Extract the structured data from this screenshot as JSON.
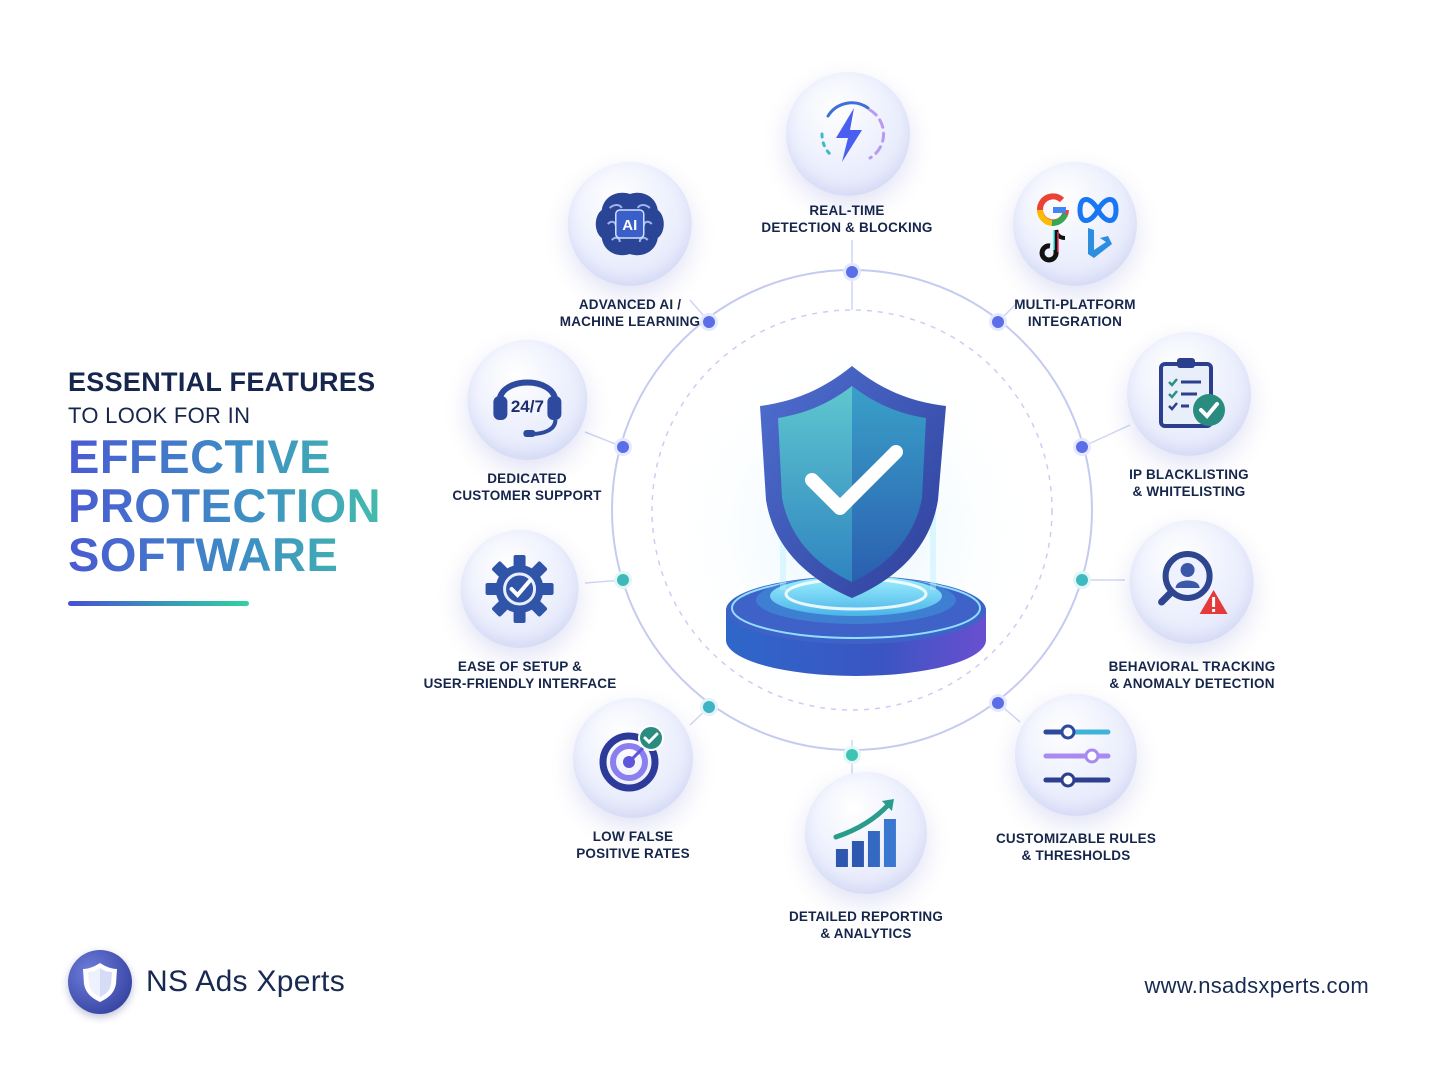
{
  "headline": {
    "line1": "ESSENTIAL FEATURES",
    "line2": "TO LOOK FOR IN",
    "line3": "EFFECTIVE",
    "line4": "PROTECTION",
    "line5": "SOFTWARE"
  },
  "center": {
    "icon": "shield-check-on-pedestal-icon"
  },
  "features": [
    {
      "id": "real-time",
      "line1": "REAL-TIME",
      "line2": "DETECTION & BLOCKING",
      "icon": "lightning-bolt-icon",
      "node_color": "#5b6ee8"
    },
    {
      "id": "multi-platform",
      "line1": "MULTI-PLATFORM",
      "line2": "INTEGRATION",
      "icon": "platform-logos-icon",
      "node_color": "#5b6ee8"
    },
    {
      "id": "ip-list",
      "line1": "IP BLACKLISTING",
      "line2": "& WHITELISTING",
      "icon": "clipboard-checklist-icon",
      "node_color": "#5b6ee8"
    },
    {
      "id": "behavioral",
      "line1": "BEHAVIORAL TRACKING",
      "line2": "& ANOMALY DETECTION",
      "icon": "user-search-warning-icon",
      "node_color": "#3fb9c0"
    },
    {
      "id": "custom-rules",
      "line1": "CUSTOMIZABLE RULES",
      "line2": "& THRESHOLDS",
      "icon": "sliders-icon",
      "node_color": "#5b6ee8"
    },
    {
      "id": "reporting",
      "line1": "DETAILED REPORTING",
      "line2": "& ANALYTICS",
      "icon": "bar-chart-growth-icon",
      "node_color": "#3fc3b2"
    },
    {
      "id": "low-false",
      "line1": "LOW FALSE",
      "line2": "POSITIVE RATES",
      "icon": "target-check-icon",
      "node_color": "#3fb3c3"
    },
    {
      "id": "ease-setup",
      "line1": "EASE OF SETUP &",
      "line2": "USER-FRIENDLY INTERFACE",
      "icon": "gear-check-icon",
      "node_color": "#3fb9b8"
    },
    {
      "id": "support",
      "line1": "DEDICATED",
      "line2": "CUSTOMER SUPPORT",
      "icon": "headset-247-icon",
      "node_color": "#5b6ee8",
      "badge": "24/7"
    },
    {
      "id": "ai-ml",
      "line1": "ADVANCED AI /",
      "line2": "MACHINE LEARNING",
      "icon": "ai-brain-icon",
      "node_color": "#5b6ee8",
      "badge": "AI"
    }
  ],
  "footer": {
    "brand": "NS Ads Xperts",
    "website": "www.nsadsxperts.com"
  },
  "colors": {
    "navy": "#16264d",
    "gradient_start": "#4a5ad2",
    "gradient_end": "#45cba4",
    "ring": "#c5cbf0"
  }
}
